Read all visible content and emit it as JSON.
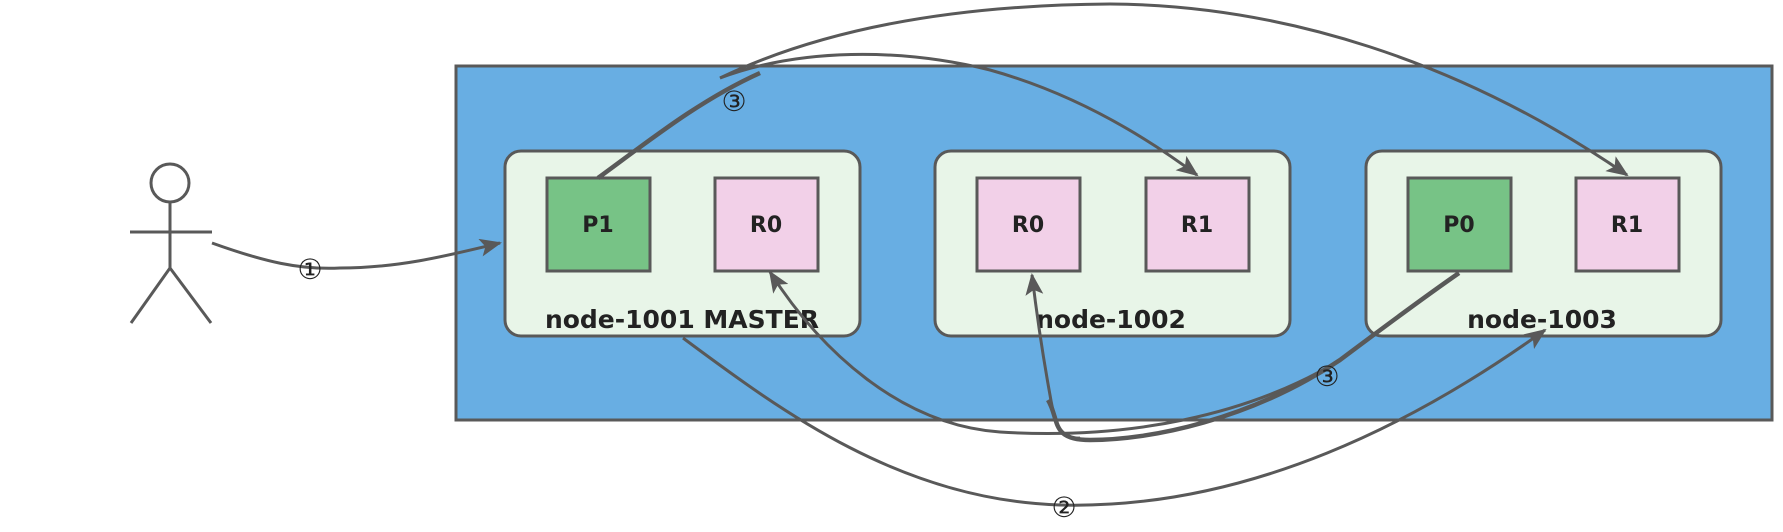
{
  "diagram": {
    "nodes": [
      {
        "label": "node-1001 MASTER",
        "shards": [
          "P1",
          "R0"
        ]
      },
      {
        "label": "node-1002",
        "shards": [
          "R0",
          "R1"
        ]
      },
      {
        "label": "node-1003",
        "shards": [
          "P0",
          "R1"
        ]
      }
    ],
    "steps": {
      "step1": "①",
      "step2": "②",
      "step3a": "③",
      "step3b": "③"
    },
    "colors": {
      "cluster": "#68aee3",
      "node": "#e8f5e8",
      "primary": "#77c386",
      "replica": "#f2d0e8",
      "stroke": "#595959"
    }
  }
}
